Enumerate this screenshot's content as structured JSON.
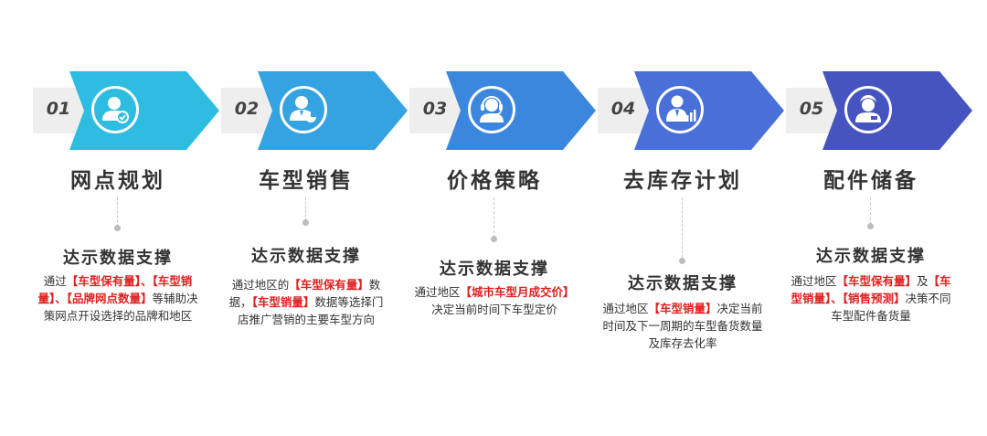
{
  "colors": {
    "tab_bg": "#eeeeee",
    "highlight": "#e02020",
    "step_1": "#2ebde0",
    "step_2": "#35a3e1",
    "step_3": "#3b87de",
    "step_4": "#4970d8",
    "step_5": "#4654c0"
  },
  "steps": [
    {
      "number": "01",
      "icon": "user-check-icon",
      "title": "网点规划",
      "subtitle": "达示数据支撑",
      "desc": [
        {
          "t": "通过",
          "h": false
        },
        {
          "t": "【车型保有量】、【车型销量】、【品牌网点数量】",
          "h": true
        },
        {
          "t": "等辅助决策网点开设选择的品牌和地区",
          "h": false
        }
      ]
    },
    {
      "number": "02",
      "icon": "user-chart-icon",
      "title": "车型销售",
      "subtitle": "达示数据支撑",
      "desc": [
        {
          "t": "通过地区的",
          "h": false
        },
        {
          "t": "【车型保有量】",
          "h": true
        },
        {
          "t": "数据，",
          "h": false
        },
        {
          "t": "【车型销量】",
          "h": true
        },
        {
          "t": "数据等选择门店推广营销的主要车型方向",
          "h": false
        }
      ]
    },
    {
      "number": "03",
      "icon": "headset-icon",
      "title": "价格策略",
      "subtitle": "达示数据支撑",
      "desc": [
        {
          "t": "通过地区",
          "h": false
        },
        {
          "t": "【城市车型月成交价】",
          "h": true
        },
        {
          "t": "决定当前时间下车型定价",
          "h": false
        }
      ]
    },
    {
      "number": "04",
      "icon": "user-growth-icon",
      "title": "去库存计划",
      "subtitle": "达示数据支撑",
      "desc": [
        {
          "t": "通过地区",
          "h": false
        },
        {
          "t": "【车型销量】",
          "h": true
        },
        {
          "t": "决定当前时间及下一周期的车型备货数量及库存去化率",
          "h": false
        }
      ]
    },
    {
      "number": "05",
      "icon": "user-card-icon",
      "title": "配件储备",
      "subtitle": "达示数据支撑",
      "desc": [
        {
          "t": "通过地区",
          "h": false
        },
        {
          "t": "【车型保有量】",
          "h": true
        },
        {
          "t": "及",
          "h": false
        },
        {
          "t": "【车型销量】、【销售预测】",
          "h": true
        },
        {
          "t": "决策不同车型配件备货量",
          "h": false
        }
      ]
    }
  ]
}
